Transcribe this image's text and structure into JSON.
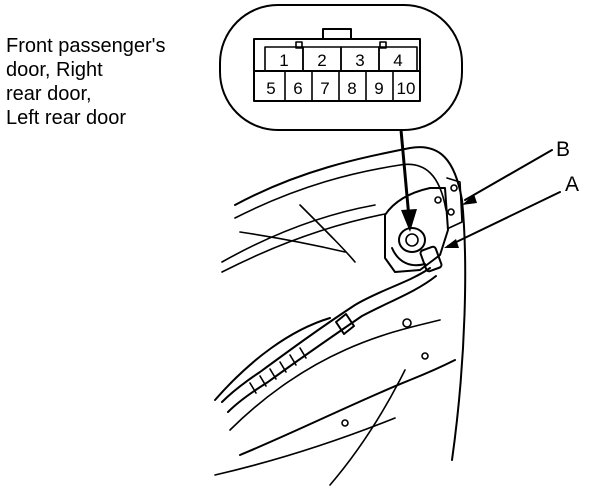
{
  "caption": {
    "lines": [
      "Front passenger's",
      "door, Right",
      "rear door,",
      "Left rear door"
    ]
  },
  "connector": {
    "top_row": [
      "1",
      "2",
      "3",
      "4"
    ],
    "bottom_row": [
      "5",
      "6",
      "7",
      "8",
      "9",
      "10"
    ]
  },
  "callouts": {
    "a": "A",
    "b": "B"
  }
}
